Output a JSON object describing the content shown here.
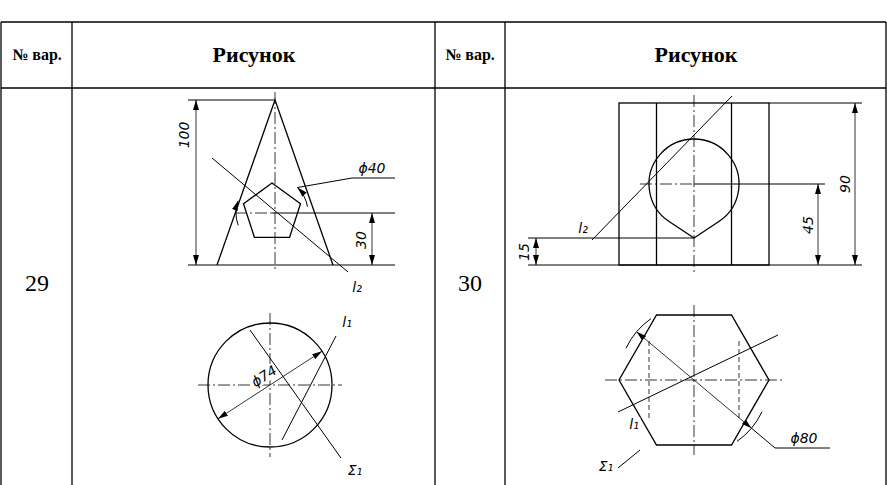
{
  "diagram": {
    "labels": [
      "№ вар.",
      "Рисунок",
      "№ вар.",
      "Рисунок",
      "29",
      "30",
      "100",
      "ϕ40",
      "30",
      "l₂",
      "l₁",
      "ϕ74",
      "Σ₁",
      "l₂",
      "15",
      "45",
      "90",
      "l₁",
      "ϕ80",
      "Σ₁"
    ]
  }
}
